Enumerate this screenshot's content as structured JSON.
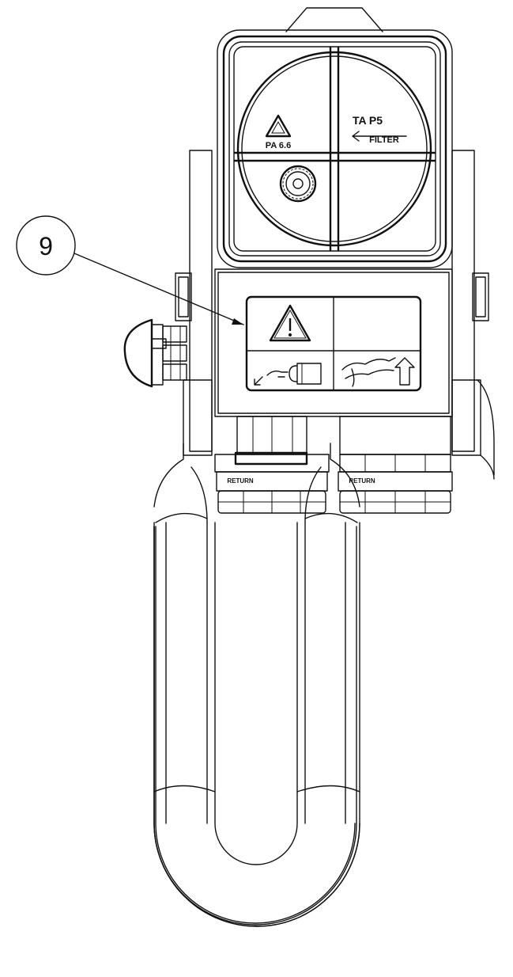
{
  "callout": {
    "number": "9"
  },
  "cap_markings": {
    "material_code": "PA 6.6",
    "pressure_code": "TA P5",
    "brand_mark": "FILTER"
  },
  "hose_labels": {
    "left": "RETURN",
    "right": "RETURN"
  }
}
